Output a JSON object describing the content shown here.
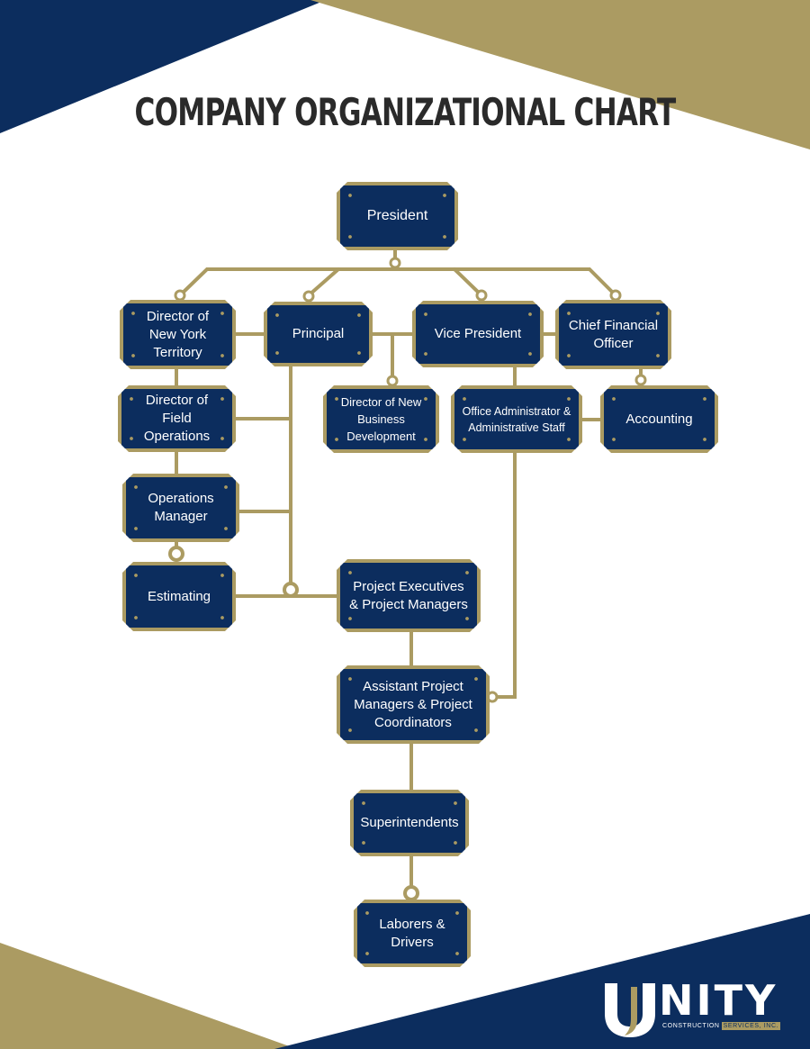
{
  "title": "COMPANY ORGANIZATIONAL CHART",
  "colors": {
    "navy": "#0c2d5e",
    "gold": "#ab9b62",
    "background": "#ffffff",
    "title_text": "#2a2a2a"
  },
  "nodes": {
    "president": "President",
    "dir_ny": "Director of New York Territory",
    "principal": "Principal",
    "vp": "Vice President",
    "cfo": "Chief Financial Officer",
    "dir_field": "Director of Field Operations",
    "dir_nbd": "Director of New Business Development",
    "office_admin": "Office Administrator & Administrative Staff",
    "accounting": "Accounting",
    "ops_manager": "Operations Manager",
    "estimating": "Estimating",
    "proj_exec": "Project Executives & Project Managers",
    "asst_pm": "Assistant Project Managers & Project Coordinators",
    "superintendents": "Superintendents",
    "laborers": "Laborers & Drivers"
  },
  "logo": {
    "icon": "unity-u-logo-icon",
    "wordmark": "NITY",
    "sub_left": "CONSTRUCTION",
    "sub_right": "SERVICES, INC."
  }
}
